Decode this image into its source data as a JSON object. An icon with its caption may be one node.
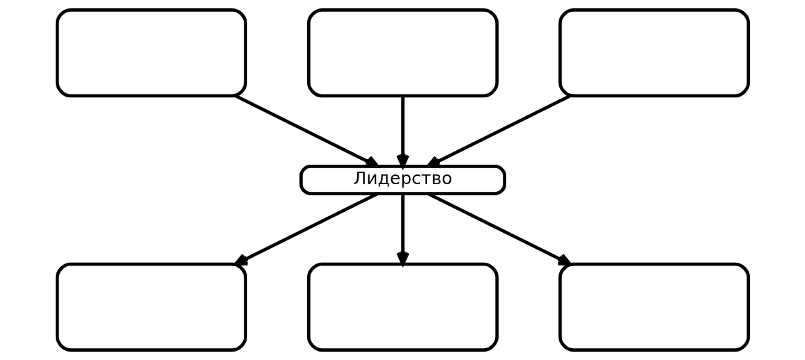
{
  "diagram": {
    "nodes": [
      {
        "text": [],
        "shape": "box"
      },
      {
        "text": [],
        "shape": "box"
      },
      {
        "text": [],
        "shape": "box"
      },
      {
        "text": [
          "Лидерство"
        ]
      },
      {
        "text": [],
        "shape": "box"
      },
      {
        "text": [],
        "shape": "box"
      },
      {
        "text": [],
        "shape": "box"
      }
    ],
    "edges": [
      {
        "from": 0,
        "to": 3,
        "arrow": "to"
      },
      {
        "from": 1,
        "to": 3,
        "arrow": "to"
      },
      {
        "from": 2,
        "to": 3,
        "arrow": "to"
      },
      {
        "from": 3,
        "to": 4,
        "arrow": "to"
      },
      {
        "from": 3,
        "to": 5,
        "arrow": "to"
      },
      {
        "from": 3,
        "to": 6,
        "arrow": "to"
      }
    ]
  }
}
